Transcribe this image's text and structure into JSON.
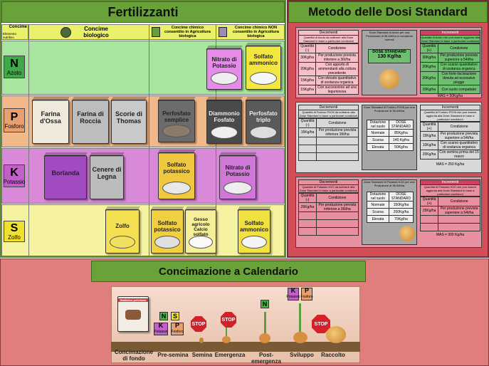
{
  "fert": {
    "title": "Fertilizzanti",
    "hdr_concime": "Concime",
    "hdr_elemento": "Elemento nutritivo",
    "col_bio": "Concime biologico",
    "col_chem_ok": "Concime chimico consentito in Agricoltura biologica",
    "col_chem_no": "Concime chimico NON consentito in Agricoltura biologica",
    "rows": {
      "N": {
        "symbol": "N",
        "name": "Azoto"
      },
      "P": {
        "symbol": "P",
        "name": "Fosforo"
      },
      "K": {
        "symbol": "K",
        "name": "Potassio"
      },
      "S": {
        "symbol": "S",
        "name": "Zolfo"
      }
    },
    "bags": {
      "nitrato_potassio_n": "Nitrato di Potassio",
      "solfato_ammonico_n": "Solfato ammonico",
      "farina_ossa": "Farina d'Ossa",
      "farina_roccia": "Farina di Roccia",
      "scorie_thomas": "Scorie di Thomas",
      "perfosfato_semplice": "Perfosfato semplice",
      "diammonio_fosfato": "Diammonio Fosfato",
      "perfosfato_triplo": "Perfosfato triplo",
      "borlanda": "Borlanda",
      "cenere_legna": "Cenere di Legna",
      "solfato_potassico_k": "Solfato potassico",
      "nitrato_potassio_k": "Nitrato di Potassio",
      "zolfo": "Zolfo",
      "solfato_potassico_s": "Solfato potassico",
      "gesso": "Gesso agricolo Calcio solfato",
      "solfato_ammonico_s": "Solfato ammonico"
    }
  },
  "metodo": {
    "title": "Metodo delle Dosi Standard",
    "n": {
      "decrementi": "Decrementi",
      "dec_desc": "Quantità di Azoto da sottrarre alla Dose Standard in base a particolari condizioni",
      "dose_desc": "Dose Standard di Azoto per una Produzione di 36-54t/ha in condizioni normali",
      "dose_label": "DOSE STANDARD",
      "dose_value": "130 Kg/ha",
      "incrementi": "Incrementi",
      "inc_desc": "Quantità di Azoto che può essere aggiunta alla Dose Standard in base a particolari condizioni",
      "col_q": "Quantità (-)",
      "col_c": "Condizione",
      "col_qp": "Quantità (+)",
      "dec_rows": [
        {
          "q": "30Kg/ha",
          "c": "Per produzione prevista inferiore a 36t/ha"
        },
        {
          "q": "20Kg/ha",
          "c": "Con apporto di ammendanti alla coltura precedente"
        },
        {
          "q": "15Kg/ha",
          "c": "Con elevato quantitativo di sostanza organica"
        },
        {
          "q": "15Kg/ha",
          "c": "Con successione ad una leguminosa"
        }
      ],
      "inc_rows": [
        {
          "q": "30Kg/ha",
          "c": "Per produzione prevista superiore a 54t/ha"
        },
        {
          "q": "20Kg/ha",
          "c": "Con scarso quantitativo di sostanza organica"
        },
        {
          "q": "20Kg/ha",
          "c": "Con forte lisciviazione dovuta ad eccessive piogge"
        },
        {
          "q": "15Kg/ha",
          "c": "Con suolo compattato"
        }
      ],
      "mas": "MAS = 50Kg/ha"
    },
    "p": {
      "decrementi": "Decrementi",
      "dec_desc": "Quantità di Fosforo P2O5 da sottrarre alla Dose Standard in base a particolari condizioni",
      "dose_desc": "Dose Standard di Fosforo P2O5 per una Produzione di 36-54t/ha",
      "incrementi": "Incrementi",
      "inc_desc": "Quantità di Fosforo P2O5 che può essere aggiunta alla Dose Standard in base a particolari condizioni",
      "col_q": "Quantità (-)",
      "col_c": "Condizione",
      "col_qp": "Quantità (+)",
      "dotazione": "Dotazione nel suolo",
      "dose_std": "DOSE STANDARD",
      "levels": [
        {
          "l": "Normale",
          "v": "85Kg/ha"
        },
        {
          "l": "Scarsa",
          "v": "140 Kg/ha"
        },
        {
          "l": "Elevata",
          "v": "50Kg/ha"
        }
      ],
      "dec_rows": [
        {
          "q": "15Kg/ha",
          "c": "Per produzione prevista inferiore 36t/ha"
        }
      ],
      "inc_rows": [
        {
          "q": "15Kg/ha",
          "c": "Per produzione prevista superiore a 54t/ha"
        },
        {
          "q": "10Kg/ha",
          "c": "Con scarso quantitativo di sostanza organica"
        },
        {
          "q": "20Kg/ha",
          "c": "Con semina prima del 15 marzo"
        }
      ],
      "mas": "MAS = 250 Kg/ha"
    },
    "k": {
      "decrementi": "Decrementi",
      "dec_desc": "Quantità di Potassio K2O da sottrarre alla Dose Standard in base a particolari condizioni",
      "dose_desc": "Dose Standard di Potassio K2O per una Produzione di 36-54t/ha",
      "incrementi": "Incrementi",
      "inc_desc": "Quantità di Potassio K2O che può essere aggiunta alla Dose Standard in base a particolari condizioni",
      "col_q": "Quantità (-)",
      "col_c": "Condizione",
      "col_qp": "Quantità (+)",
      "dotazione": "Dotazione nel suolo",
      "dose_std": "DOSE STANDARD",
      "levels": [
        {
          "l": "Normale",
          "v": "150Kg/ha"
        },
        {
          "l": "Scarsa",
          "v": "200Kg/ha"
        },
        {
          "l": "Elevata",
          "v": "70Kg/ha"
        }
      ],
      "dec_rows": [
        {
          "q": "25Kg/ha",
          "c": "Per produzione prevista inferiore a 36t/ha"
        }
      ],
      "inc_rows": [
        {
          "q": "25Kg/ha",
          "c": "Per produzione prevista superiore a 54t/ha"
        }
      ],
      "mas": "MAS = 300 Kg/ha"
    }
  },
  "cal": {
    "title": "Concimazione a Calendario",
    "bag_label": "Stallatico pellettato",
    "stop": "STOP",
    "stop_final": "STOP",
    "stages": [
      "Concimazione di fondo",
      "Pre-semina",
      "Semina",
      "Emergenza",
      "Post-emergenza",
      "Sviluppo",
      "Raccolto"
    ],
    "n_sym": "N",
    "s_sym": "S",
    "k_sym": "K",
    "k_name": "Potassio",
    "p_sym": "P",
    "p_name": "Fosforo"
  },
  "colors": {
    "green": "#6aa23a",
    "n_row": "#a8e6a0",
    "p_row": "#f1b98a",
    "k_row": "#d88ad8",
    "s_row": "#f5f2a0",
    "metodo_bg": "#d24f5a",
    "bottom_bg": "#e07e7e"
  }
}
